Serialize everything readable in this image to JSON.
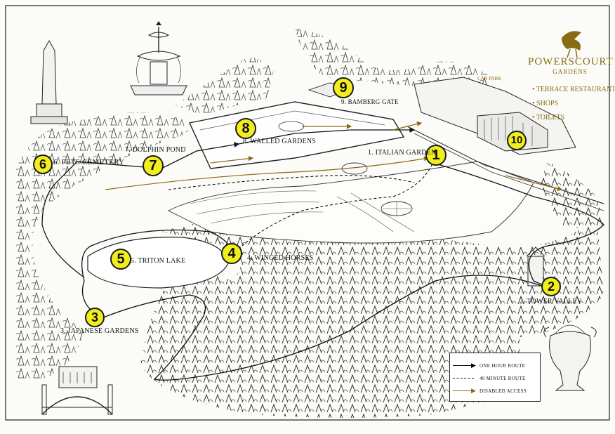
{
  "brand": {
    "name": "POWERSCOURT",
    "sub": "GARDENS",
    "color": "#8a6a12"
  },
  "car_park": "CAR PARK",
  "facilities": [
    "• TERRACE RESTAURANT",
    "• SHOPS",
    "• TOILETS"
  ],
  "stops": [
    {
      "num": "1",
      "label": "1.   ITALIAN GARDEN"
    },
    {
      "num": "2",
      "label": "2.   TOWER VALLEY"
    },
    {
      "num": "3",
      "label": "3.   JAPANESE GARDENS"
    },
    {
      "num": "4",
      "label": "4.   WINGED HORSES"
    },
    {
      "num": "5",
      "label": "5.   TRITON LAKE"
    },
    {
      "num": "6",
      "label": "6.   PETS CEMETERY"
    },
    {
      "num": "7",
      "label": "7.   DOLPHIN POND"
    },
    {
      "num": "8",
      "label": "8.   WALLED GARDENS"
    },
    {
      "num": "9",
      "label": "9.   BAMBERG GATE"
    },
    {
      "num": "10",
      "label": ""
    }
  ],
  "legend": [
    {
      "label": "ONE HOUR ROUTE",
      "style": "solid-arrow"
    },
    {
      "label": "40 MINUTE ROUTE",
      "style": "dashed"
    },
    {
      "label": "DISABLED ACCESS",
      "style": "gold-arrow"
    }
  ],
  "colors": {
    "badge": "#f2ee1e",
    "ink": "#1a1a1a",
    "accent": "#8a6a12"
  },
  "icons": [
    "obelisk-icon",
    "fountain-icon",
    "griffin-logo-icon",
    "urn-icon",
    "bridge-icon"
  ]
}
